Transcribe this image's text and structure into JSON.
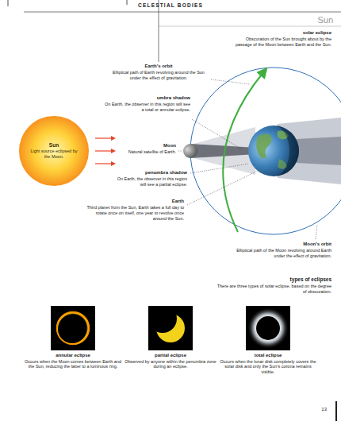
{
  "diagram": {
    "title": "CELESTIAL BODIES",
    "nodes": [
      {
        "text": [
          "Sun",
          "Light source eclipsed by the Moon."
        ]
      },
      {
        "text": [
          "annular eclipse",
          "Occurs when the Moon comes between Earth and the Sun, reducing the latter to a luminous ring."
        ]
      },
      {
        "text": [
          "partial eclipse",
          "Observed by anyone within the penumbra zone during an eclipse."
        ]
      },
      {
        "text": [
          "total eclipse",
          "Occurs when the lunar disk completely covers the solar disk and only the Sun's corona remains visible."
        ]
      }
    ],
    "labels": [
      "Sun",
      "solar eclipse",
      "Obscuration of the Sun brought about by the passage of the Moon between Earth and the Sun.",
      "Earth's orbit",
      "Elliptical path of Earth revolving around the Sun under the effect of gravitation.",
      "umbra shadow",
      "On Earth, the observer in this region will see a total or annular eclipse.",
      "Moon",
      "Natural satellite of Earth.",
      "penumbra shadow",
      "On Earth, the observer in this region will see a partial eclipse.",
      "Earth",
      "Third planet from the Sun, Earth takes a full day to rotate once on itself, one year to revolve once around the Sun.",
      "Moon's orbit",
      "Elliptical path of the Moon revolving around Earth under the effect of gravitation.",
      "types of eclipses",
      "There are three types of solar eclipse, based on the degree of obscuration.",
      "13"
    ]
  }
}
